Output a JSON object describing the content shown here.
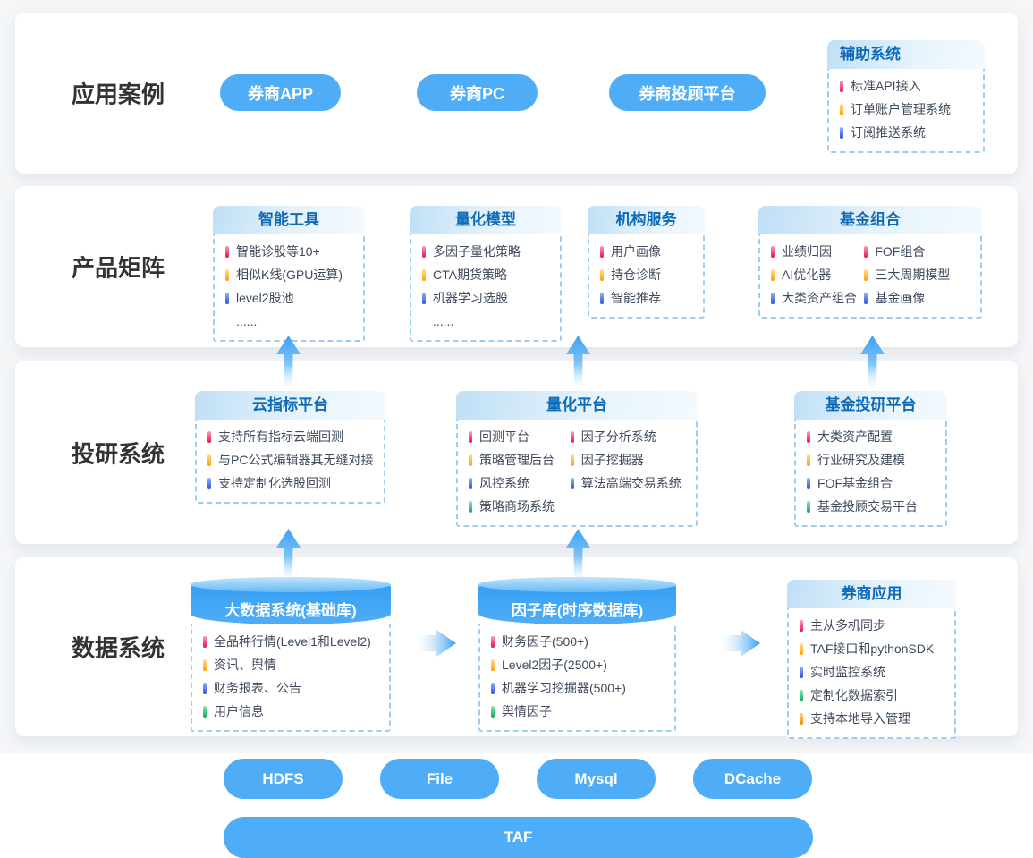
{
  "colors": {
    "pill_blue": "#4fadf7",
    "header_title_blue": "#0d6ab8",
    "item_text": "#3e4a5c",
    "dashed_border": "#9fcdf0",
    "cylinder_blue": "#35a0f3",
    "panel_gray": "#f4f6f8",
    "bullet_palette": [
      [
        "#fb9db4",
        "#ec1050"
      ],
      [
        "#ffe094",
        "#ffa000"
      ],
      [
        "#93b4fe",
        "#2b50d8"
      ],
      [
        "#8fe6b0",
        "#10a95c"
      ],
      [
        "#ffd08d",
        "#f08c00"
      ]
    ]
  },
  "rows": [
    {
      "label": "应用案例",
      "pills": [
        {
          "name": "broker-app-pill",
          "label": "券商APP"
        },
        {
          "name": "broker-pc-pill",
          "label": "券商PC"
        },
        {
          "name": "broker-advisor-pill",
          "label": "券商投顾平台"
        }
      ],
      "cards": [
        {
          "name": "aux-system-card",
          "title": "辅助系统",
          "title_align": "left",
          "columns": [
            [
              "标准API接入",
              "订单账户管理系统",
              "订阅推送系统"
            ]
          ]
        }
      ]
    },
    {
      "label": "产品矩阵",
      "cards": [
        {
          "name": "smart-tools-card",
          "title": "智能工具",
          "columns": [
            [
              "智能诊股等10+",
              "相似K线(GPU运算)",
              "level2股池",
              "......"
            ]
          ]
        },
        {
          "name": "quant-model-card",
          "title": "量化模型",
          "columns": [
            [
              "多因子量化策略",
              "CTA期货策略",
              "机器学习选股",
              "......"
            ]
          ]
        },
        {
          "name": "institution-service-card",
          "title": "机构服务",
          "columns": [
            [
              "用户画像",
              "持仓诊断",
              "智能推荐"
            ]
          ]
        },
        {
          "name": "fund-portfolio-card",
          "title": "基金组合",
          "columns": [
            [
              "业绩归因",
              "AI优化器",
              "大类资产组合"
            ],
            [
              "FOF组合",
              "三大周期模型",
              "基金画像"
            ]
          ]
        }
      ]
    },
    {
      "label": "投研系统",
      "cards": [
        {
          "name": "cloud-indicator-card",
          "title": "云指标平台",
          "columns": [
            [
              "支持所有指标云端回测",
              "与PC公式编辑器其无缝对接",
              "支持定制化选股回测"
            ]
          ]
        },
        {
          "name": "quant-platform-card",
          "title": "量化平台",
          "columns": [
            [
              "回测平台",
              "策略管理后台",
              "风控系统",
              "策略商场系统"
            ],
            [
              "因子分析系统",
              "因子挖掘器",
              "算法高端交易系统"
            ]
          ]
        },
        {
          "name": "fund-research-card",
          "title": "基金投研平台",
          "columns": [
            [
              "大类资产配置",
              "行业研究及建模",
              "FOF基金组合",
              "基金投顾交易平台"
            ]
          ]
        }
      ]
    },
    {
      "label": "数据系统",
      "cards": [
        {
          "name": "bigdata-db-card",
          "title": "大数据系统(基础库)",
          "header": "cylinder",
          "columns": [
            [
              "全品种行情(Level1和Level2)",
              "资讯、舆情",
              "财务报表、公告",
              "用户信息"
            ]
          ]
        },
        {
          "name": "factor-db-card",
          "title": "因子库(时序数据库)",
          "header": "cylinder",
          "columns": [
            [
              "财务因子(500+)",
              "Level2因子(2500+)",
              "机器学习挖掘器(500+)",
              "舆情因子"
            ]
          ]
        },
        {
          "name": "broker-app-card",
          "title": "券商应用",
          "columns": [
            [
              "主从多机同步",
              "TAF接口和pythonSDK",
              "实时监控系统",
              "定制化数据索引",
              "支持本地导入管理"
            ]
          ]
        }
      ]
    }
  ],
  "bottom": {
    "pills": [
      {
        "name": "hdfs-pill",
        "label": "HDFS"
      },
      {
        "name": "file-pill",
        "label": "File"
      },
      {
        "name": "mysql-pill",
        "label": "Mysql"
      },
      {
        "name": "dcache-pill",
        "label": "DCache"
      }
    ],
    "bar_label": "TAF"
  }
}
